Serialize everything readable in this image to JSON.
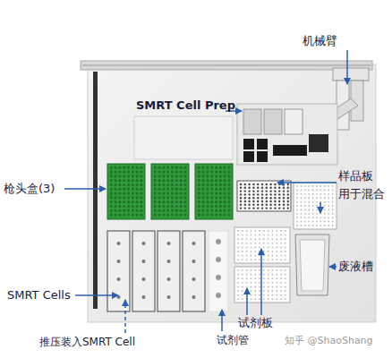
{
  "diagram": {
    "labels": [
      "机械臂",
      "SMRT Cell Prep",
      "枪头盒(3)",
      "样品板",
      "用于混合",
      "废液槽",
      "SMRT Cells",
      "试剂板",
      "推压装入SMRT Cell",
      "试剂管",
      "知乎 @ShaoShang"
    ]
  }
}
